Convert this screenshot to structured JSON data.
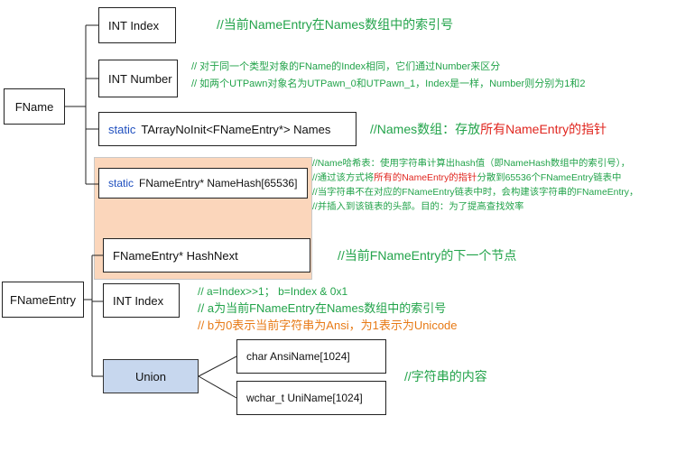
{
  "fname": {
    "root_label": "FName",
    "int_index": "INT Index",
    "int_number": "INT Number",
    "names_static": "static",
    "names_decl": "TArrayNoInit<FNameEntry*> Names",
    "namehash_static": "static",
    "namehash_decl": "FNameEntry*  NameHash[65536]"
  },
  "fname_entry": {
    "root_label": "FNameEntry",
    "hashnext": "FNameEntry*  HashNext",
    "int_index": "INT Index",
    "union": "Union",
    "ansi": "char AnsiName[1024]",
    "uni": "wchar_t UniName[1024]"
  },
  "comments": {
    "index": "//当前NameEntry在Names数组中的索引号",
    "number_1": "// 对于同一个类型对象的FName的Index相同，它们通过Number来区分",
    "number_2": "// 如两个UTPawn对象名为UTPawn_0和UTPawn_1，Index是一样，Number则分别为1和2",
    "names_a": "//Names数组：存放",
    "names_b": "所有NameEntry的指针",
    "hash_1": "//Name哈希表：使用字符串计算出hash值（即NameHash数组中的索引号），",
    "hash_2a": "//通过该方式将",
    "hash_2b": "所有的NameEntry的指针",
    "hash_2c": "分散到65536个FNameEntry链表中",
    "hash_3": "//当字符串不在对应的FNameEntry链表中时，会构建该字符串的FNameEntry，",
    "hash_4": "//并插入到该链表的头部。目的：为了提高查找效率",
    "hashnext": "//当前FNameEntry的下一个节点",
    "entry_idx_1": "// a=Index>>1；  b=Index & 0x1",
    "entry_idx_2": "// a为当前FNameEntry在Names数组中的索引号",
    "entry_idx_3": "// b为0表示当前字符串为Ansi，为1表示为Unicode",
    "union": "//字符串的内容"
  },
  "colors": {
    "comment_green": "#22a34a",
    "highlight_red": "#e0261f",
    "note_orange": "#e77a16",
    "keyword_blue": "#1f4fbf",
    "union_fill": "#c7d7ee",
    "hash_region_fill": "#fbd6bb"
  }
}
